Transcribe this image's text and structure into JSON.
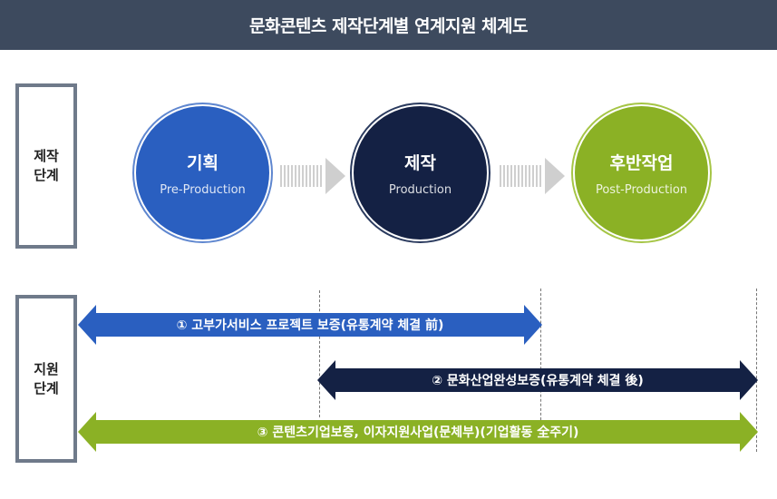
{
  "header": {
    "title": "문화콘텐츠 제작단계별 연계지원 체계도"
  },
  "labels": {
    "production_stage": "제작\n단계",
    "support_stage": "지원\n단계"
  },
  "stages": [
    {
      "title": "기획",
      "subtitle": "Pre-Production",
      "color": "#2a5fc0",
      "ring": "#5e86cf"
    },
    {
      "title": "제작",
      "subtitle": "Production",
      "color": "#142144",
      "ring": "#2a3a5e"
    },
    {
      "title": "후반작업",
      "subtitle": "Post-Production",
      "color": "#8bb125",
      "ring": "#a5c545"
    }
  ],
  "supports": [
    {
      "text": "① 고부가서비스 프로젝트 보증(유통계약 체결 前)",
      "color": "#2a5fc0"
    },
    {
      "text": "② 문화산업완성보증(유통계약 체결 後)",
      "color": "#142144"
    },
    {
      "text": "③ 콘텐츠기업보증, 이자지원사업(문체부)(기업활동 全주기)",
      "color": "#8bb125"
    }
  ],
  "arrow_color": "#cfcfcf"
}
